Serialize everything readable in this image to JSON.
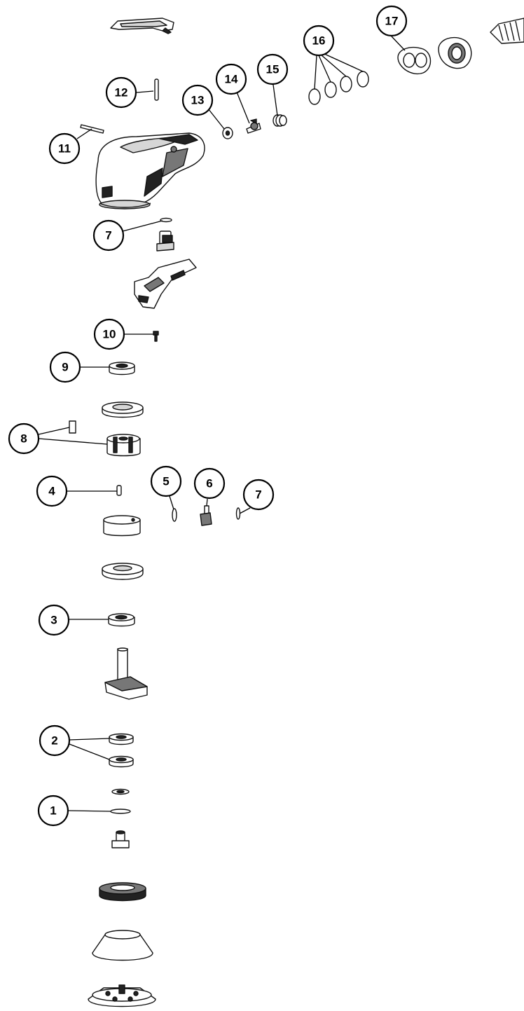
{
  "callouts": [
    {
      "key": "c1",
      "label": "1"
    },
    {
      "key": "c2",
      "label": "2"
    },
    {
      "key": "c3",
      "label": "3"
    },
    {
      "key": "c4",
      "label": "4"
    },
    {
      "key": "c5",
      "label": "5"
    },
    {
      "key": "c6",
      "label": "6"
    },
    {
      "key": "c7a",
      "label": "7"
    },
    {
      "key": "c7b",
      "label": "7"
    },
    {
      "key": "c8",
      "label": "8"
    },
    {
      "key": "c9",
      "label": "9"
    },
    {
      "key": "c10",
      "label": "10"
    },
    {
      "key": "c11",
      "label": "11"
    },
    {
      "key": "c12",
      "label": "12"
    },
    {
      "key": "c13",
      "label": "13"
    },
    {
      "key": "c14",
      "label": "14"
    },
    {
      "key": "c15",
      "label": "15"
    },
    {
      "key": "c16",
      "label": "16"
    },
    {
      "key": "c17",
      "label": "17"
    }
  ]
}
